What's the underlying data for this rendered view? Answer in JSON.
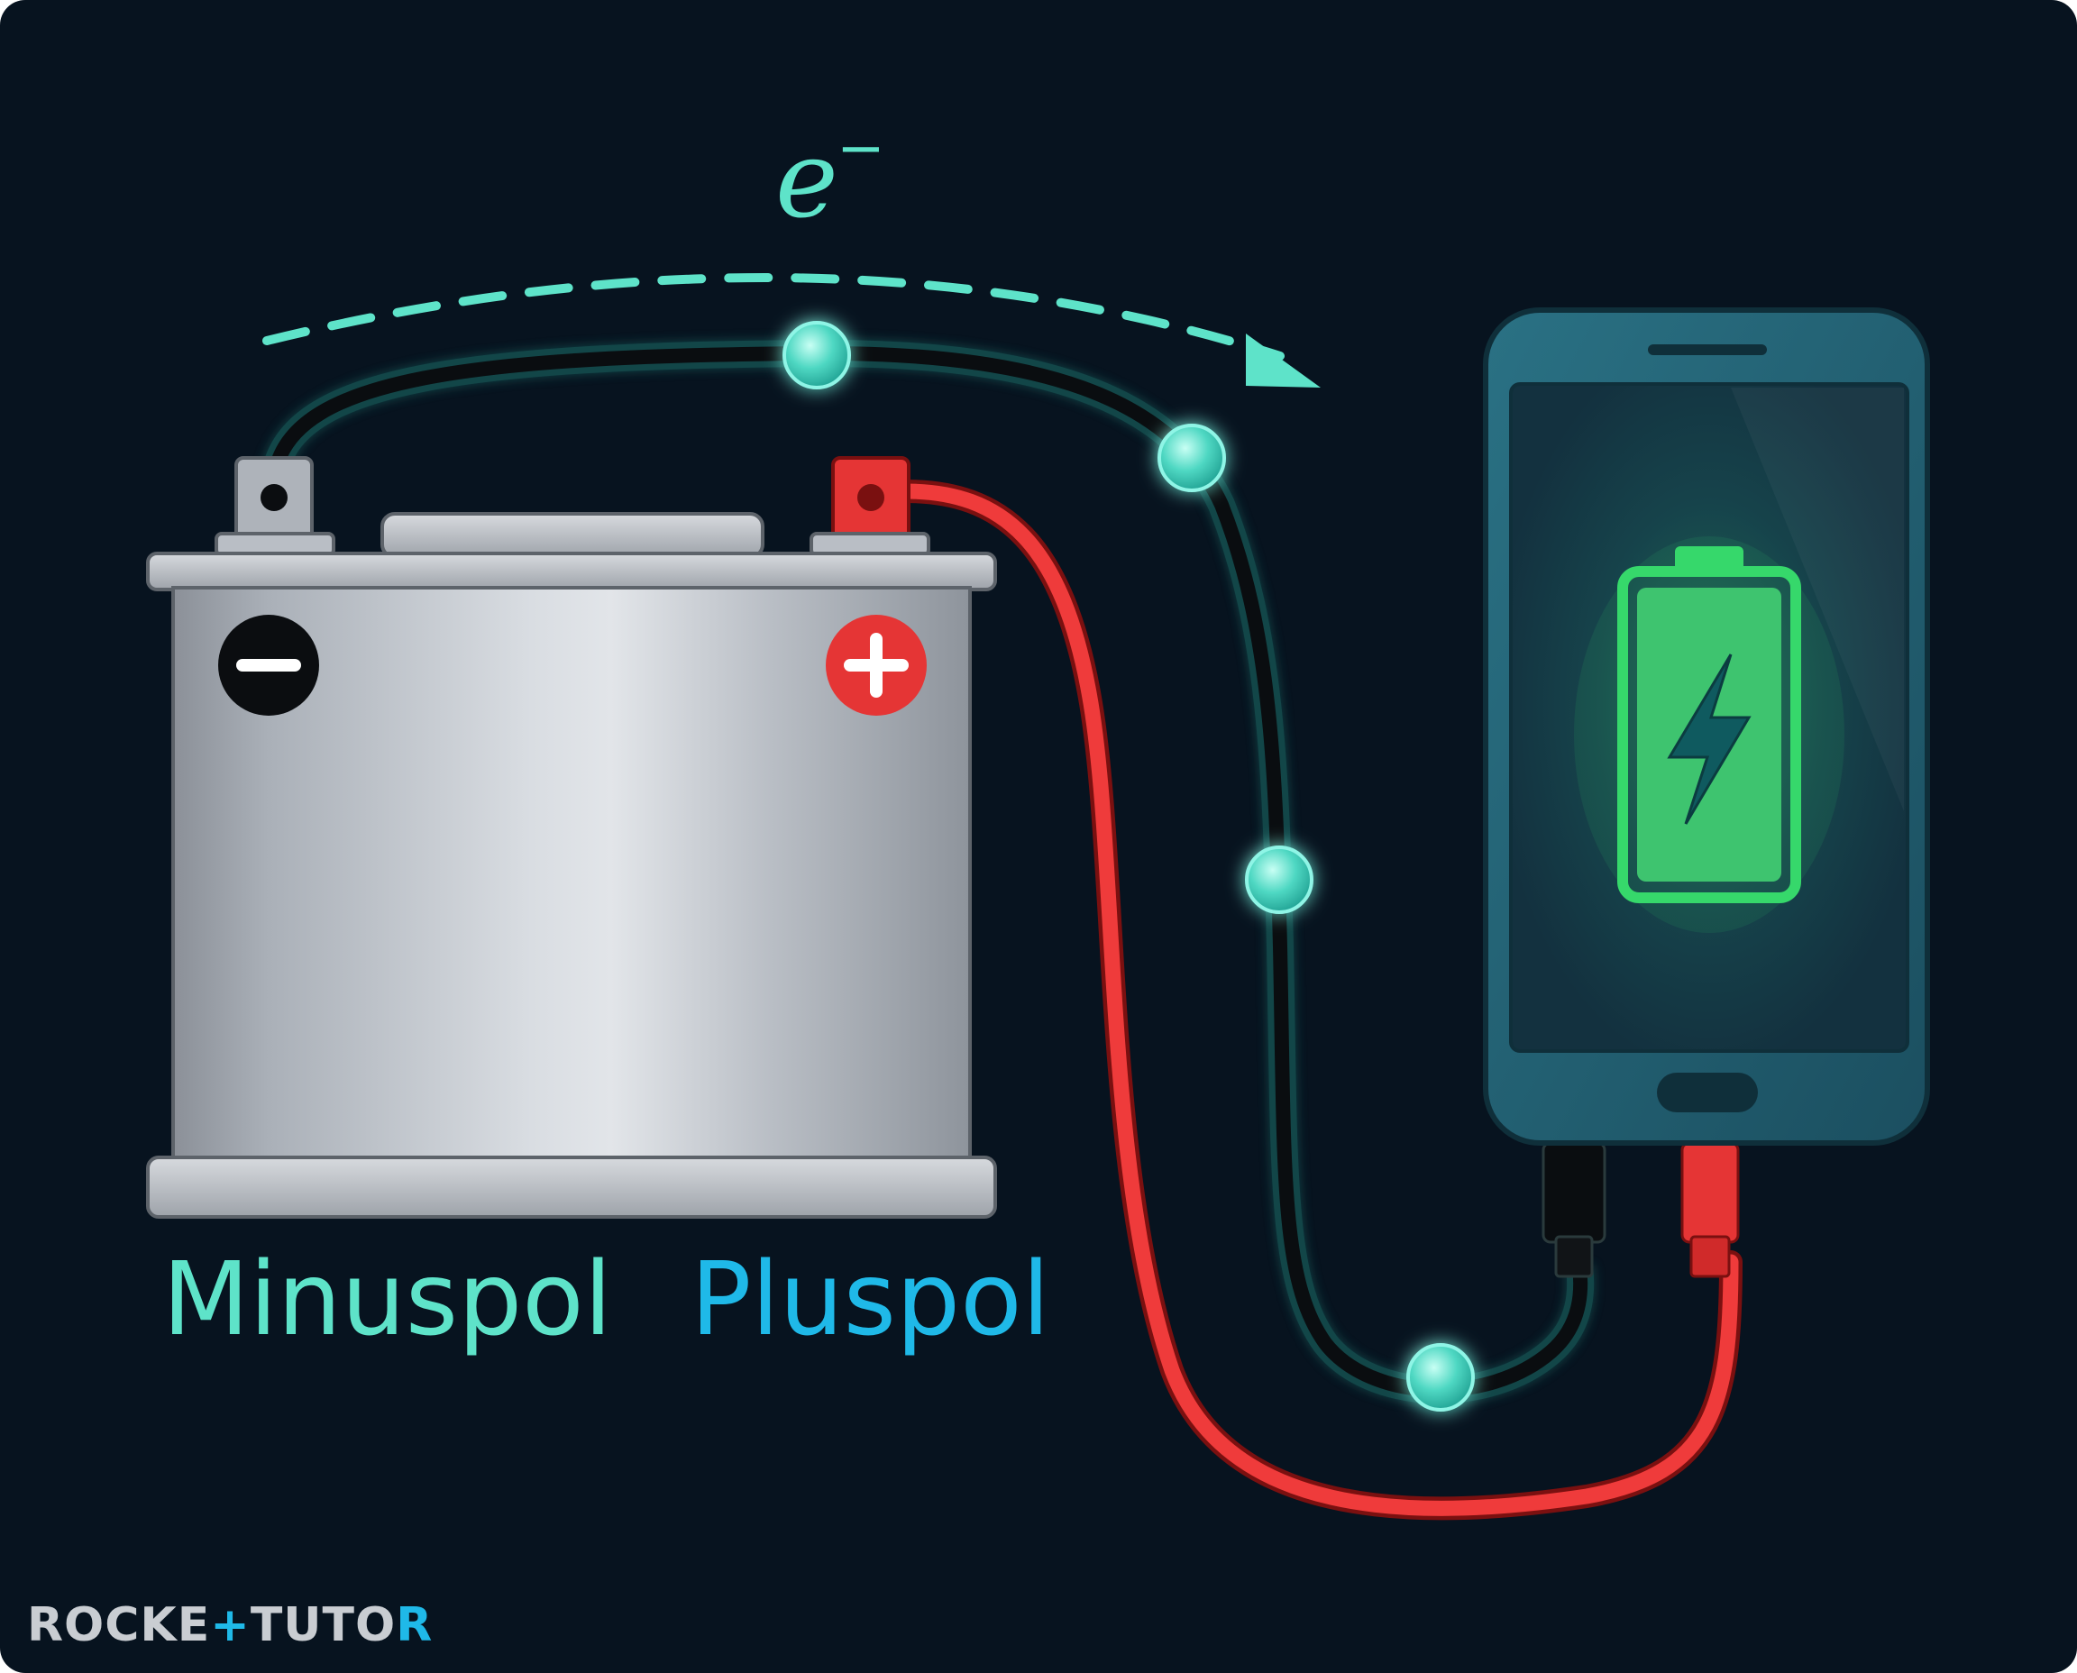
{
  "diagram": {
    "electron_symbol": "e",
    "electron_charge": "−",
    "minus_label": "Minuspol",
    "plus_label": "Pluspol",
    "minus_sign": "−",
    "plus_sign": "+",
    "logo": {
      "part1": "ROCKE",
      "part2": "TUTO",
      "part3": "R"
    }
  },
  "colors": {
    "background": "#07131f",
    "electron_cyan": "#5ee3c9",
    "plus_label_blue": "#1fb9e8",
    "wire_red": "#ef3b3b",
    "wire_black": "#0a0d10",
    "battery_green": "#36d86b",
    "phone_body": "#1f5d70"
  },
  "icons": [
    "battery-icon",
    "lightning-icon",
    "minus-icon",
    "plus-icon",
    "arrow-icon"
  ]
}
